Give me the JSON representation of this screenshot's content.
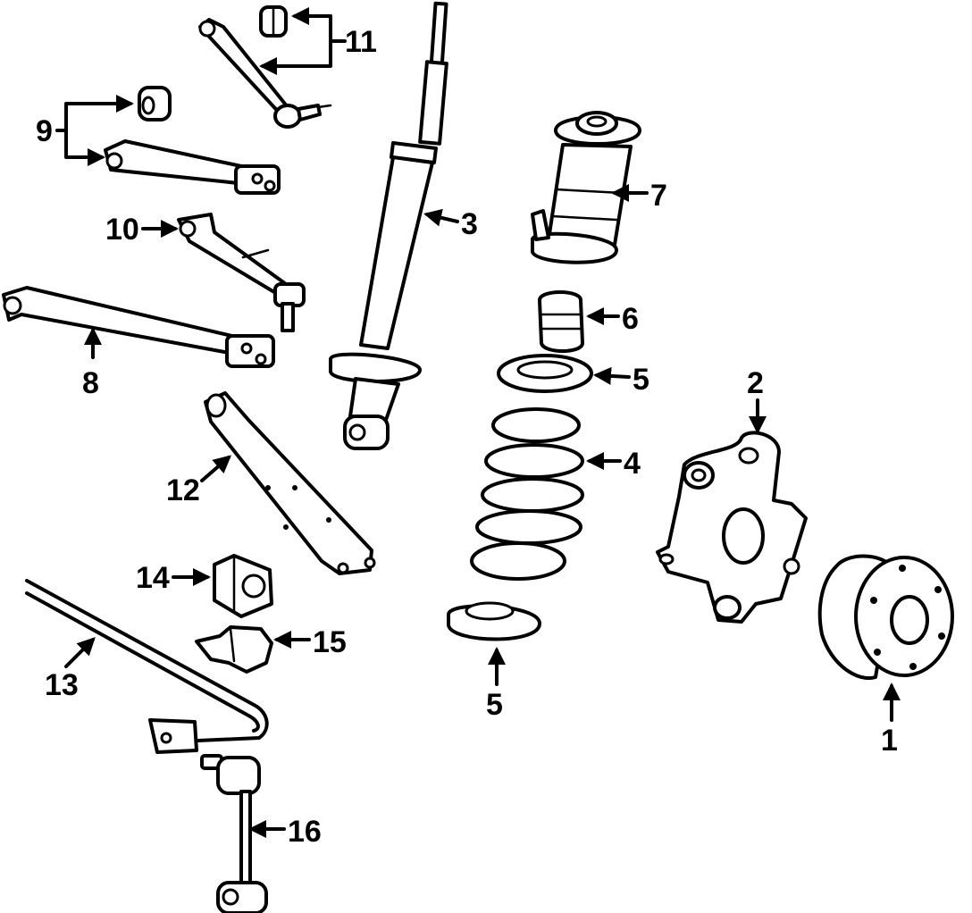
{
  "diagram": {
    "callouts": [
      {
        "id": "c1",
        "label": "1"
      },
      {
        "id": "c2",
        "label": "2"
      },
      {
        "id": "c3",
        "label": "3"
      },
      {
        "id": "c4",
        "label": "4"
      },
      {
        "id": "c5a",
        "label": "5"
      },
      {
        "id": "c5b",
        "label": "5"
      },
      {
        "id": "c6",
        "label": "6"
      },
      {
        "id": "c7",
        "label": "7"
      },
      {
        "id": "c8",
        "label": "8"
      },
      {
        "id": "c9",
        "label": "9"
      },
      {
        "id": "c10",
        "label": "10"
      },
      {
        "id": "c11",
        "label": "11"
      },
      {
        "id": "c12",
        "label": "12"
      },
      {
        "id": "c13",
        "label": "13"
      },
      {
        "id": "c14",
        "label": "14"
      },
      {
        "id": "c15",
        "label": "15"
      },
      {
        "id": "c16",
        "label": "16"
      }
    ],
    "colors": {
      "ink": "#000000",
      "background": "#ffffff"
    }
  }
}
